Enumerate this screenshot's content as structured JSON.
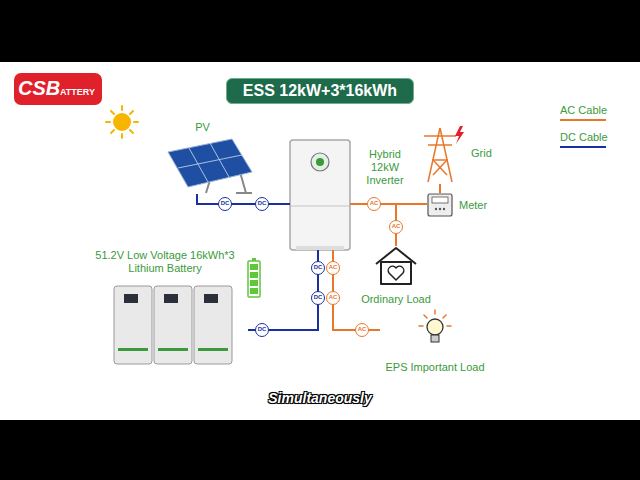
{
  "diagram": {
    "title": "ESS 12kW+3*16kWh",
    "nodes": [
      {
        "text": [
          "PV"
        ]
      },
      {
        "text": [
          "Hybrid 12kW Inverter"
        ]
      },
      {
        "text": [
          "Grid"
        ]
      },
      {
        "text": [
          "Meter"
        ]
      },
      {
        "text": [
          "Ordinary Load"
        ]
      },
      {
        "text": [
          "51.2V Low Voltage 16kWh*3 Lithium Battery"
        ]
      },
      {
        "text": [
          "EPS Important Load"
        ]
      }
    ],
    "edges": [
      {
        "from": 0,
        "to": 1,
        "arrow": "none"
      },
      {
        "from": 1,
        "to": 3,
        "arrow": "none"
      },
      {
        "from": 3,
        "to": 2,
        "arrow": "none"
      },
      {
        "from": 1,
        "to": 4,
        "arrow": "none"
      },
      {
        "from": 1,
        "to": 5,
        "arrow": "none"
      },
      {
        "from": 1,
        "to": 6,
        "arrow": "none"
      }
    ],
    "labels": [
      "CSB",
      "ATTERY",
      "DC",
      "DC",
      "DC",
      "DC",
      "DC",
      "AC",
      "AC",
      "AC",
      "AC",
      "AC",
      "Simultaneously"
    ],
    "legend": [
      {
        "text": "AC Cable"
      },
      {
        "text": "DC Cable"
      }
    ]
  }
}
